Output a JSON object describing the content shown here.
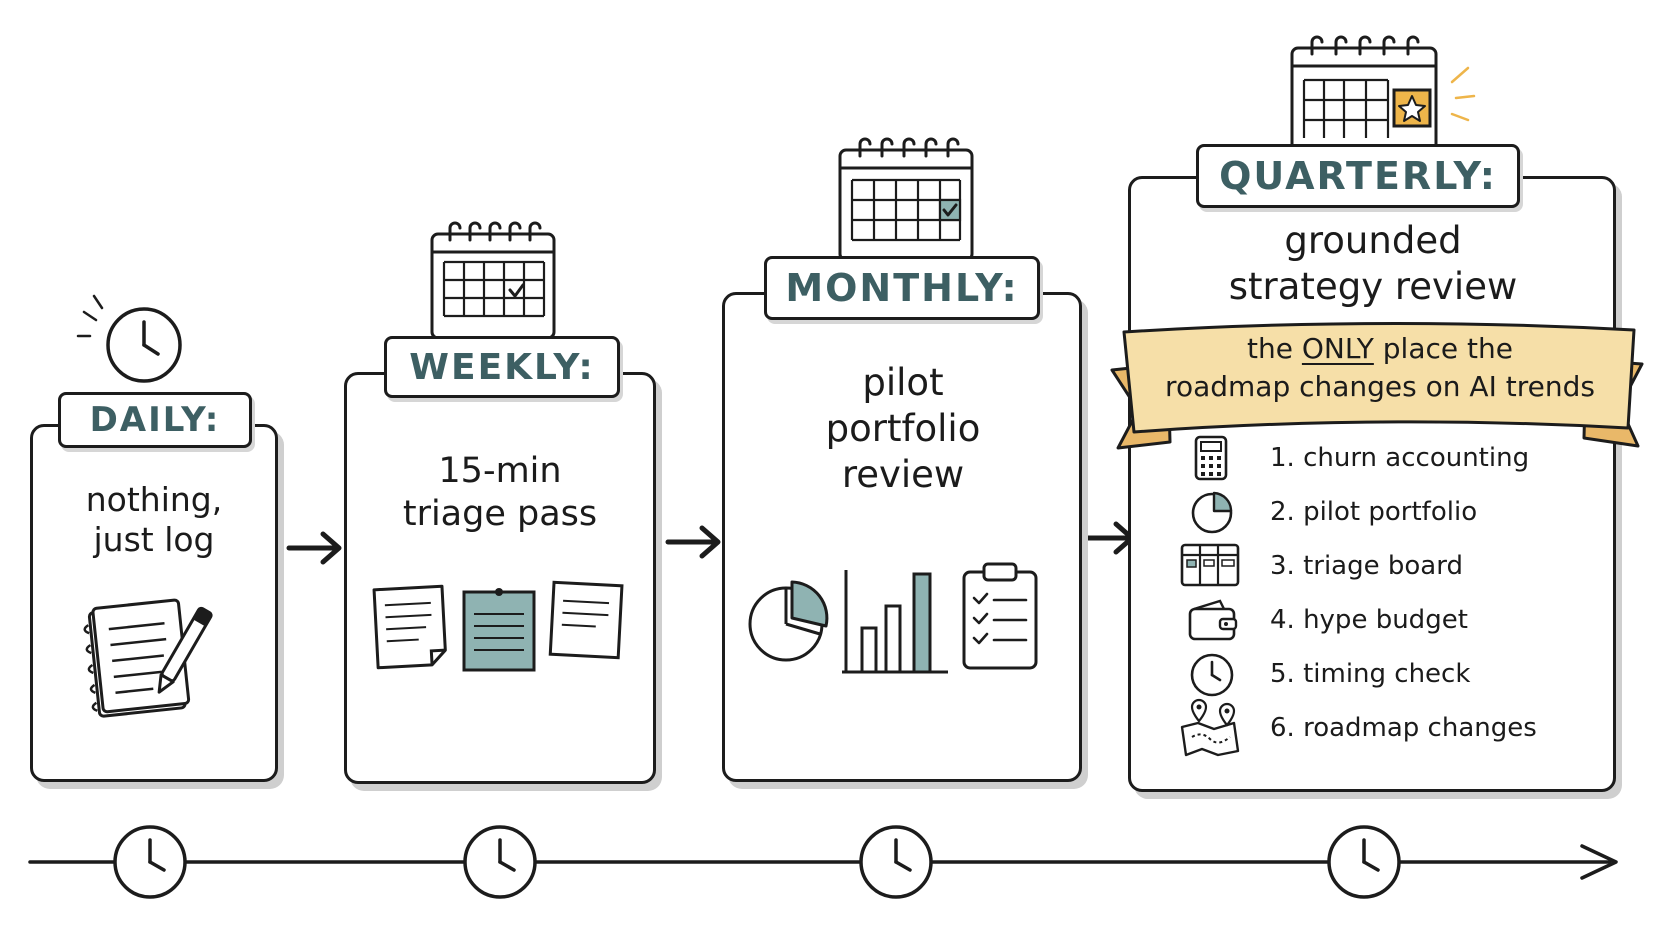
{
  "stages": [
    {
      "label": "DAILY:",
      "description": [
        "nothing,",
        "just log"
      ]
    },
    {
      "label": "WEEKLY:",
      "description": [
        "15-min",
        "triage pass"
      ]
    },
    {
      "label": "MONTHLY:",
      "description": [
        "pilot",
        "portfolio",
        "review"
      ]
    },
    {
      "label": "QUARTERLY:",
      "description": [
        "grounded",
        "strategy review"
      ],
      "banner": {
        "prefix": "the",
        "emphasis": "ONLY",
        "suffix": "place the",
        "line2": "roadmap changes on AI trends"
      },
      "items": [
        {
          "text": "1. churn accounting",
          "icon": "calculator-icon"
        },
        {
          "text": "2. pilot portfolio",
          "icon": "pie-chart-icon"
        },
        {
          "text": "3. triage board",
          "icon": "kanban-board-icon"
        },
        {
          "text": "4. hype budget",
          "icon": "wallet-icon"
        },
        {
          "text": "5. timing check",
          "icon": "clock-icon"
        },
        {
          "text": "6. roadmap changes",
          "icon": "map-icon"
        }
      ]
    }
  ],
  "colors": {
    "label_text": "#3d5f63",
    "accent_teal": "#8fb3b2",
    "banner_fill": "#f6dfa8",
    "banner_fold": "#e9b869",
    "star_box": "#eeb54a",
    "ink": "#1c1c1c"
  },
  "icons": {
    "daily_top": "alarm-clock-icon",
    "daily_body": "notebook-pen-icon",
    "weekly_top": "calendar-check-icon",
    "weekly_body": "sticky-notes-icon",
    "monthly_top": "calendar-check-icon",
    "monthly_body": [
      "pie-chart-icon",
      "bar-chart-icon",
      "checklist-clipboard-icon"
    ],
    "quarterly_top": "calendar-star-icon",
    "timeline": "clock-icon",
    "connector": "arrow-right-icon"
  }
}
